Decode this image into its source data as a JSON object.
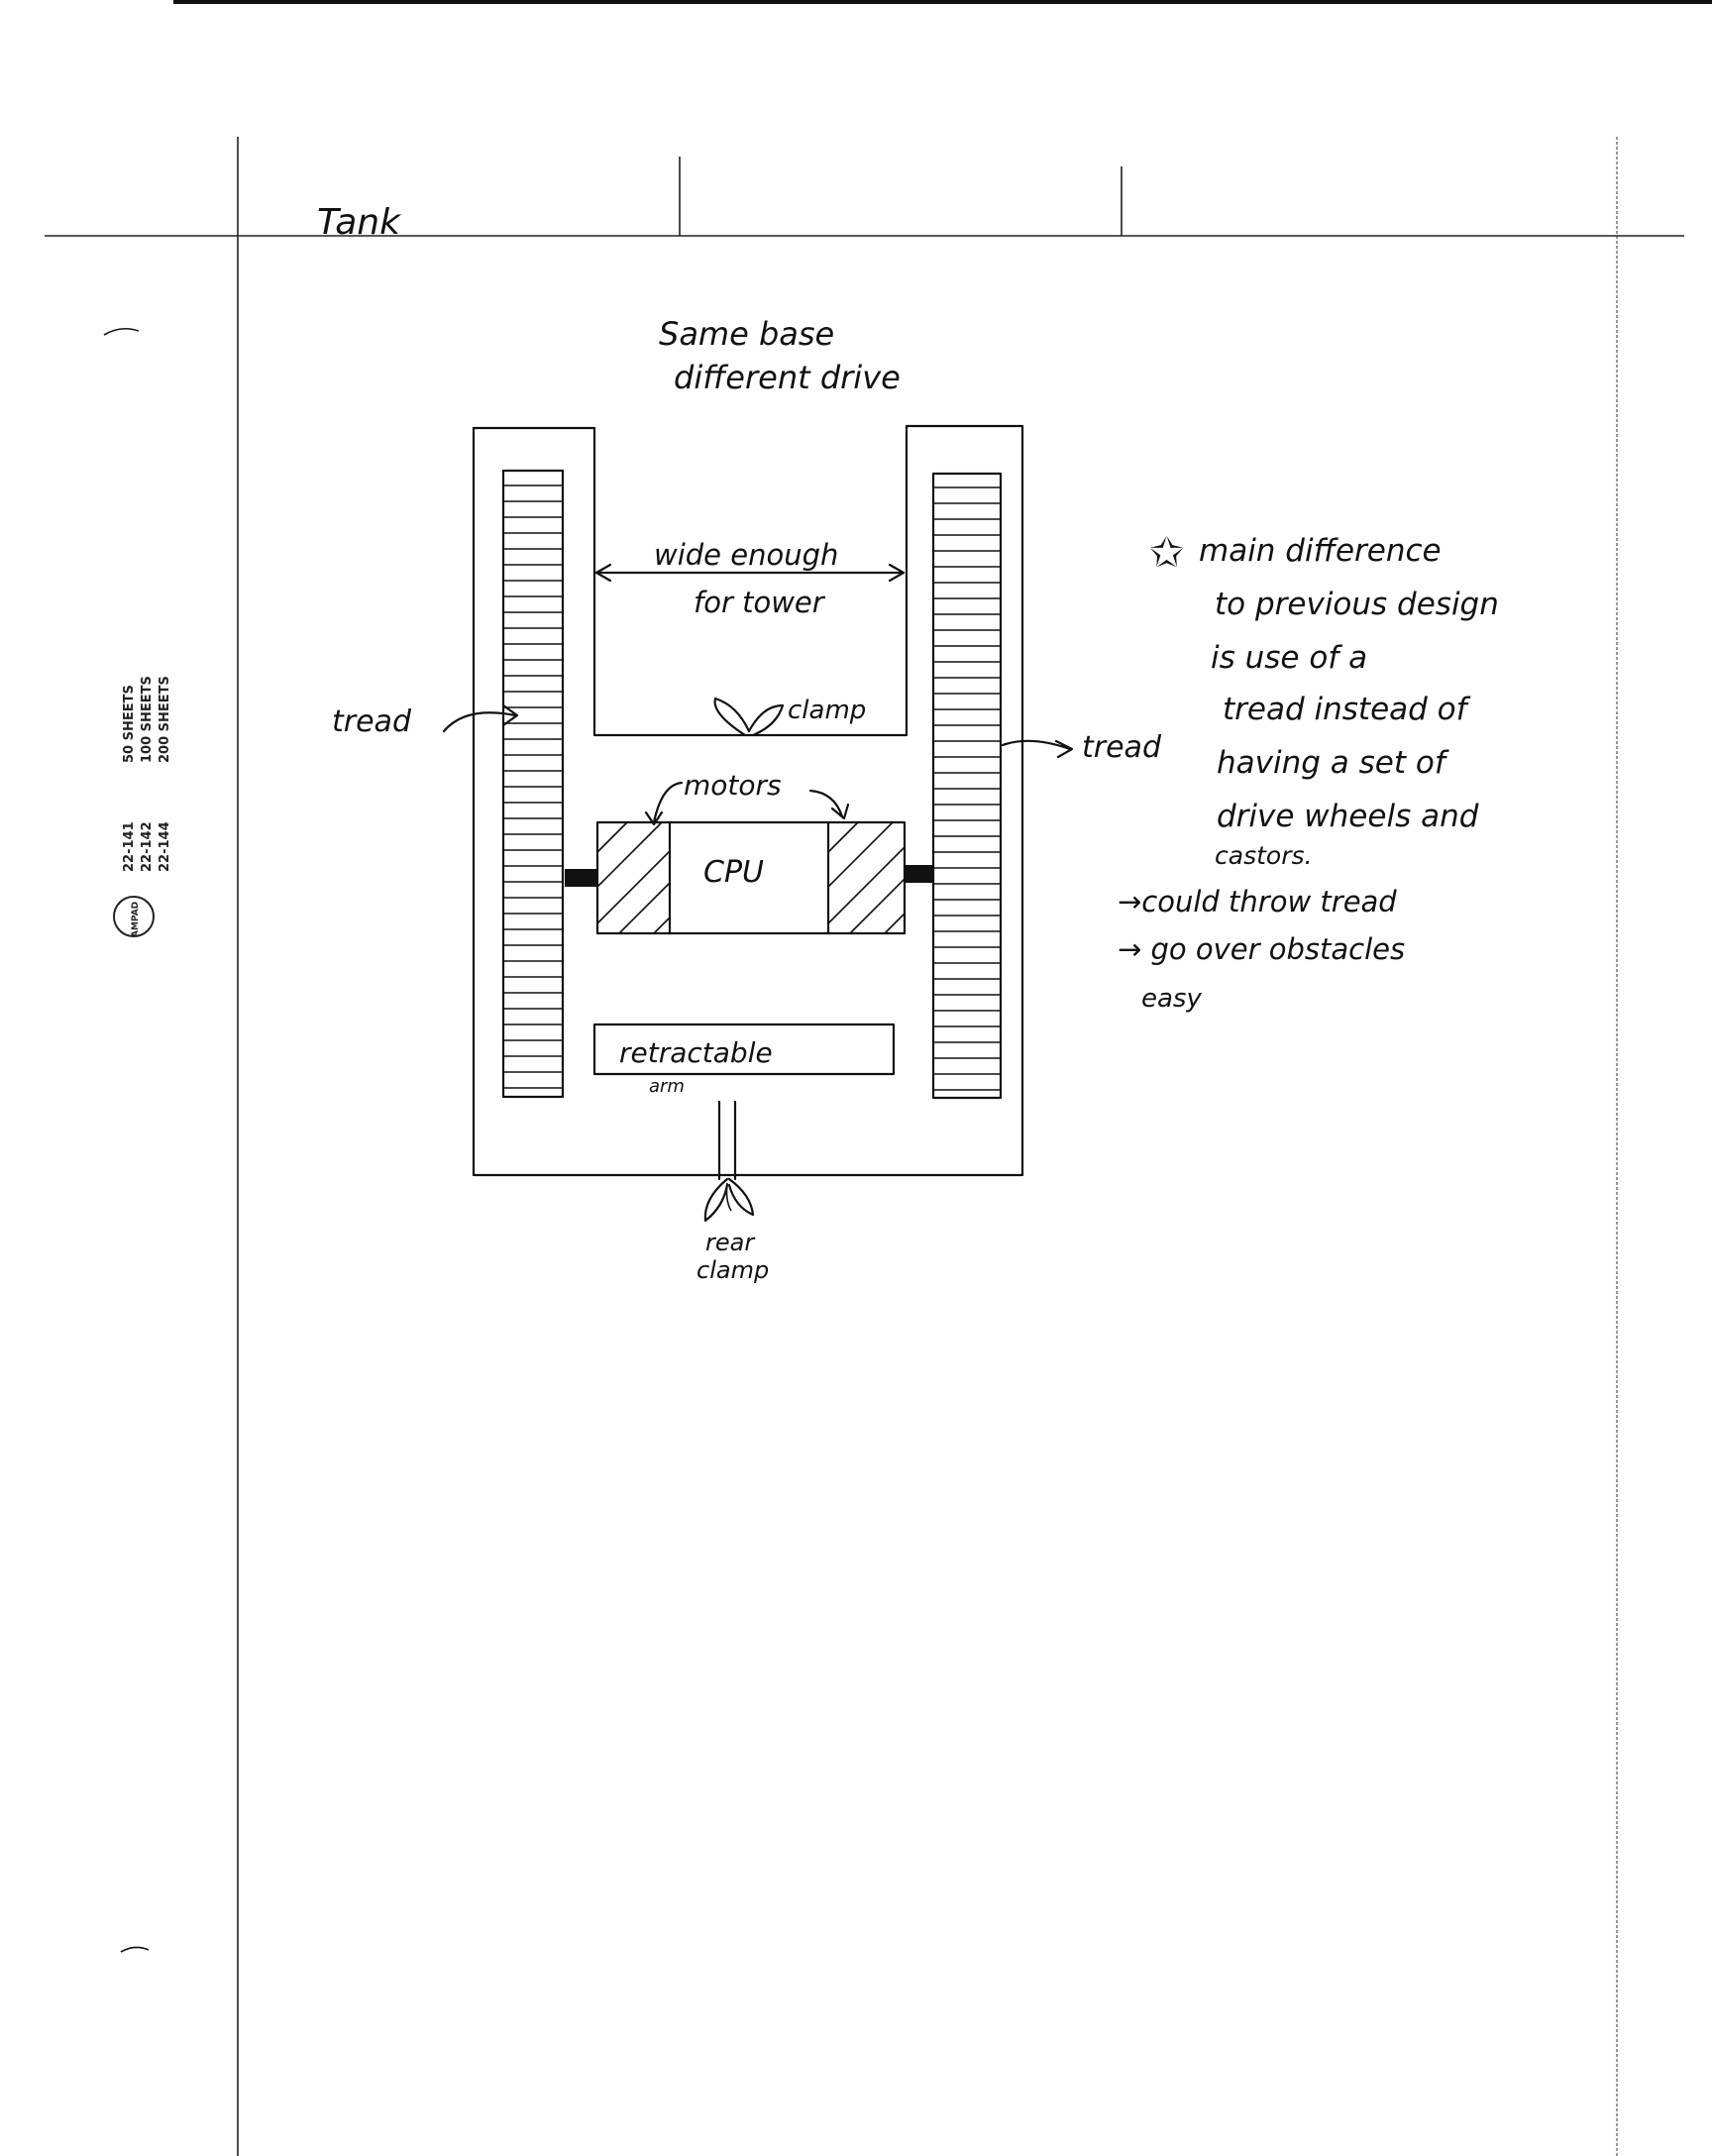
{
  "pad": {
    "brand": "AMPAD",
    "stock_codes": [
      {
        "code": "22-141",
        "sheets": "50 SHEETS"
      },
      {
        "code": "22-142",
        "sheets": "100 SHEETS"
      },
      {
        "code": "22-144",
        "sheets": "200 SHEETS"
      }
    ]
  },
  "header": {
    "title": "Tank"
  },
  "diagram": {
    "caption_line1": "Same base",
    "caption_line2": "different drive",
    "gap_label_line1": "wide enough",
    "gap_label_line2": "for tower",
    "clamp_label": "clamp",
    "left_tread_label": "tread",
    "right_tread_label": "tread",
    "motors_label": "motors",
    "cpu_label": "CPU",
    "arm_label_line1": "retractable",
    "arm_label_line2": "arm",
    "rear_clamp_line1": "rear",
    "rear_clamp_line2": "clamp"
  },
  "notes": {
    "star": "✩",
    "lines": [
      "main difference",
      "to previous design",
      "is use of a",
      "tread instead of",
      "having a set of",
      "drive wheels and",
      "castors."
    ],
    "bullets": [
      "→could throw tread",
      "→ go over obstacles",
      "easy"
    ]
  }
}
